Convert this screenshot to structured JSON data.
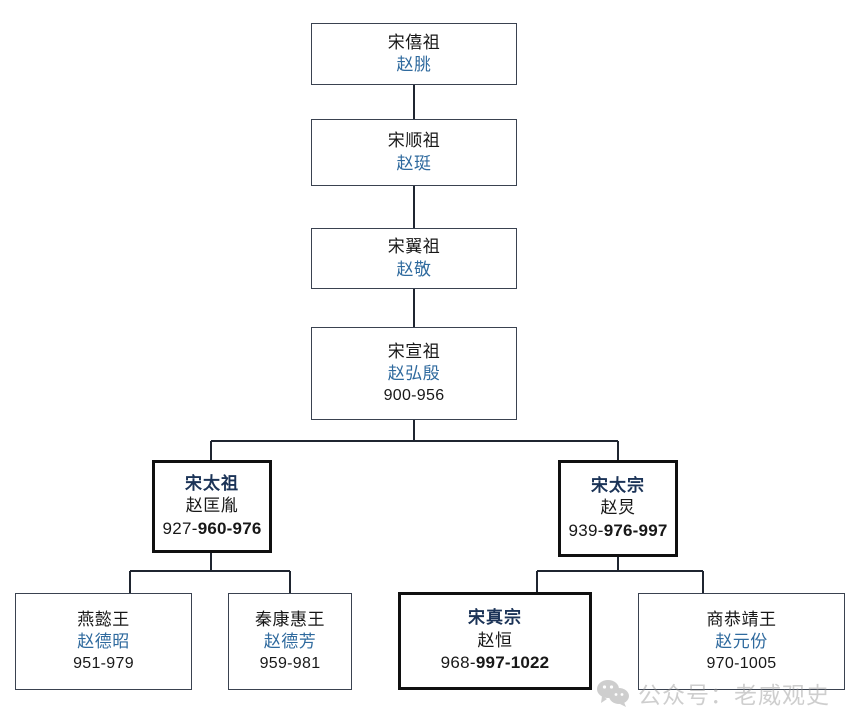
{
  "diagram": {
    "kind": "family-tree",
    "colors": {
      "box_border": "#3a4250",
      "box_border_emphasis": "#101010",
      "name_blue": "#2f6a9e",
      "title_navy": "#1b3357",
      "text_black": "#181818",
      "connector": "#1f2530",
      "watermark_gray": "#8d8d8d",
      "background": "#ffffff"
    },
    "nodes": [
      {
        "id": "song-xi-zu",
        "title": "宋僖祖",
        "name": "赵朓",
        "born": "",
        "reign": "",
        "emphasis": false
      },
      {
        "id": "song-shun-zu",
        "title": "宋顺祖",
        "name": "赵珽",
        "born": "",
        "reign": "",
        "emphasis": false
      },
      {
        "id": "song-yi-zu",
        "title": "宋翼祖",
        "name": "赵敬",
        "born": "",
        "reign": "",
        "emphasis": false
      },
      {
        "id": "song-xuan-zu",
        "title": "宋宣祖",
        "name": "赵弘殷",
        "born": "900-956",
        "reign": "",
        "emphasis": false
      },
      {
        "id": "song-tai-zu",
        "title": "宋太祖",
        "name": "赵匡胤",
        "born": "927-",
        "reign": "960-976",
        "emphasis": true
      },
      {
        "id": "song-tai-zong",
        "title": "宋太宗",
        "name": "赵炅",
        "born": "939-",
        "reign": "976-997",
        "emphasis": true
      },
      {
        "id": "yan-yi-wang",
        "title": "燕懿王",
        "name": "赵德昭",
        "born": "951-979",
        "reign": "",
        "emphasis": false
      },
      {
        "id": "qin-kang-hui-wang",
        "title": "秦康惠王",
        "name": "赵德芳",
        "born": "959-981",
        "reign": "",
        "emphasis": false
      },
      {
        "id": "song-zhen-zong",
        "title": "宋真宗",
        "name": "赵恒",
        "born": "968-",
        "reign": "997-1022",
        "emphasis": true
      },
      {
        "id": "shang-gong-jing-wang",
        "title": "商恭靖王",
        "name": "赵元份",
        "born": "970-1005",
        "reign": "",
        "emphasis": false
      }
    ]
  },
  "watermark": {
    "text": "公众号：老威观史",
    "icon": "wechat-icon"
  }
}
